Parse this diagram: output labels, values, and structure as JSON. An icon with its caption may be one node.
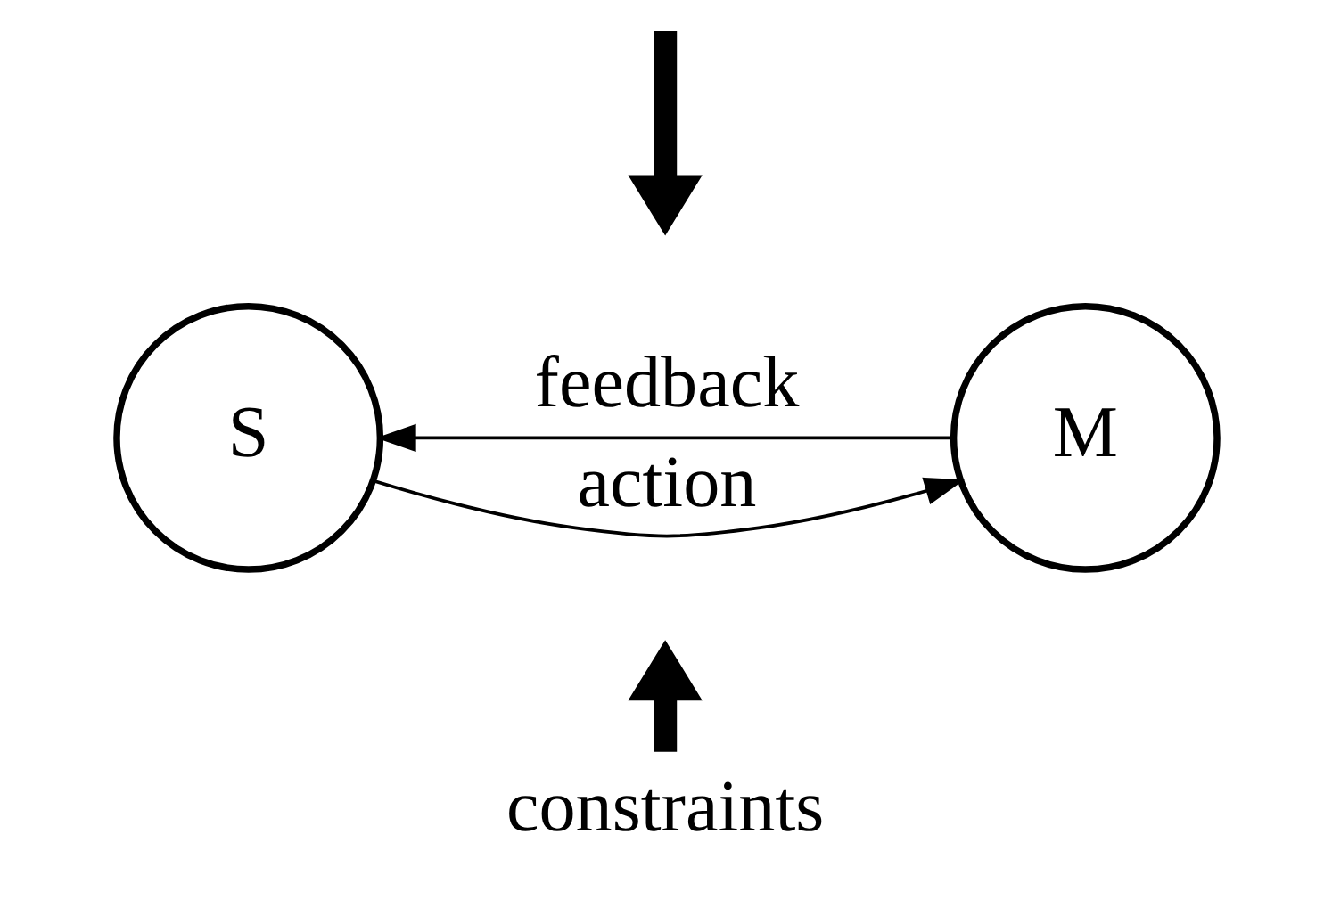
{
  "diagram": {
    "nodes": [
      {
        "text": [
          "S"
        ]
      },
      {
        "text": [
          "M"
        ]
      },
      {
        "text": [
          "constraints"
        ]
      }
    ],
    "edges": [
      {
        "from": 0,
        "to": 1,
        "arrow": "to",
        "label": "action"
      },
      {
        "from": 1,
        "to": 0,
        "arrow": "to",
        "label": "feedback"
      },
      {
        "from": 2,
        "to": null,
        "arrow": "to",
        "style": "thick"
      }
    ]
  }
}
